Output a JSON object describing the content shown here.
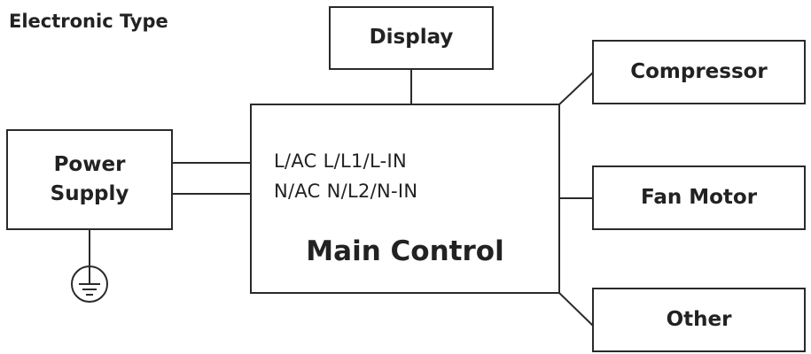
{
  "title": "Electronic Type",
  "blocks": {
    "display": "Display",
    "power_supply": [
      "Power",
      "Supply"
    ],
    "main_control": "Main Control",
    "compressor": "Compressor",
    "fan_motor": "Fan Motor",
    "other": "Other"
  },
  "terminals": {
    "line": "L/AC L/L1/L-IN",
    "neutral": "N/AC N/L2/N-IN"
  },
  "icons": {
    "ground": "ground-icon"
  }
}
